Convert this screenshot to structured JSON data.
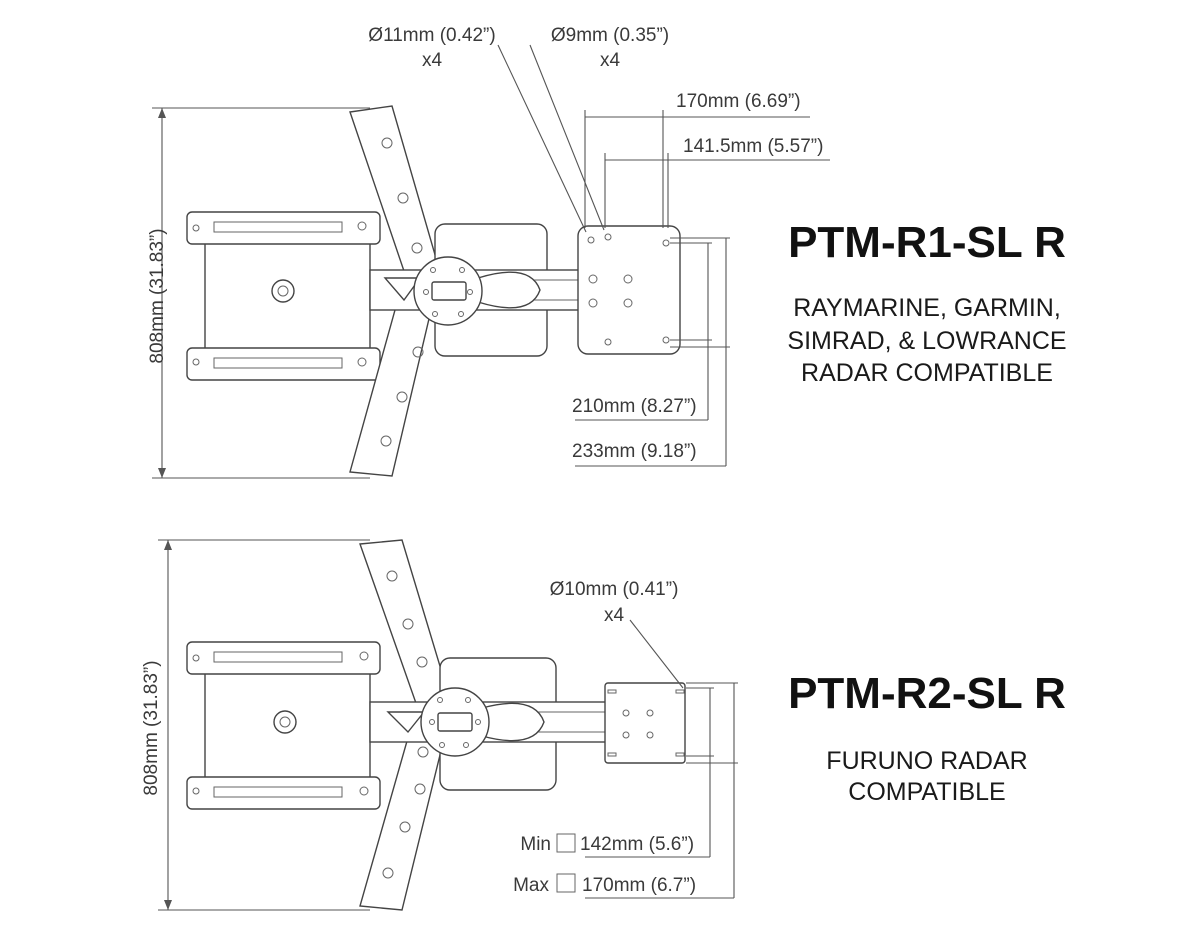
{
  "top": {
    "model": "PTM-R1-SL R",
    "compat": [
      "RAYMARINE, GARMIN,",
      "SIMRAD, & LOWRANCE",
      "RADAR COMPATIBLE"
    ],
    "hole1": "Ø11mm (0.42”)",
    "hole1_count": "x4",
    "hole2": "Ø9mm (0.35”)",
    "hole2_count": "x4",
    "dim_170": "170mm (6.69”)",
    "dim_141": "141.5mm (5.57”)",
    "dim_210": "210mm (8.27”)",
    "dim_233": "233mm (9.18”)",
    "height": "808mm (31.83”)"
  },
  "bottom": {
    "model": "PTM-R2-SL R",
    "compat": [
      "FURUNO RADAR",
      "COMPATIBLE"
    ],
    "hole": "Ø10mm (0.41”)",
    "hole_count": "x4",
    "min_label": "Min",
    "min_value": "142mm (5.6”)",
    "max_label": "Max",
    "max_value": "170mm (6.7”)",
    "height": "808mm (31.83”)"
  }
}
